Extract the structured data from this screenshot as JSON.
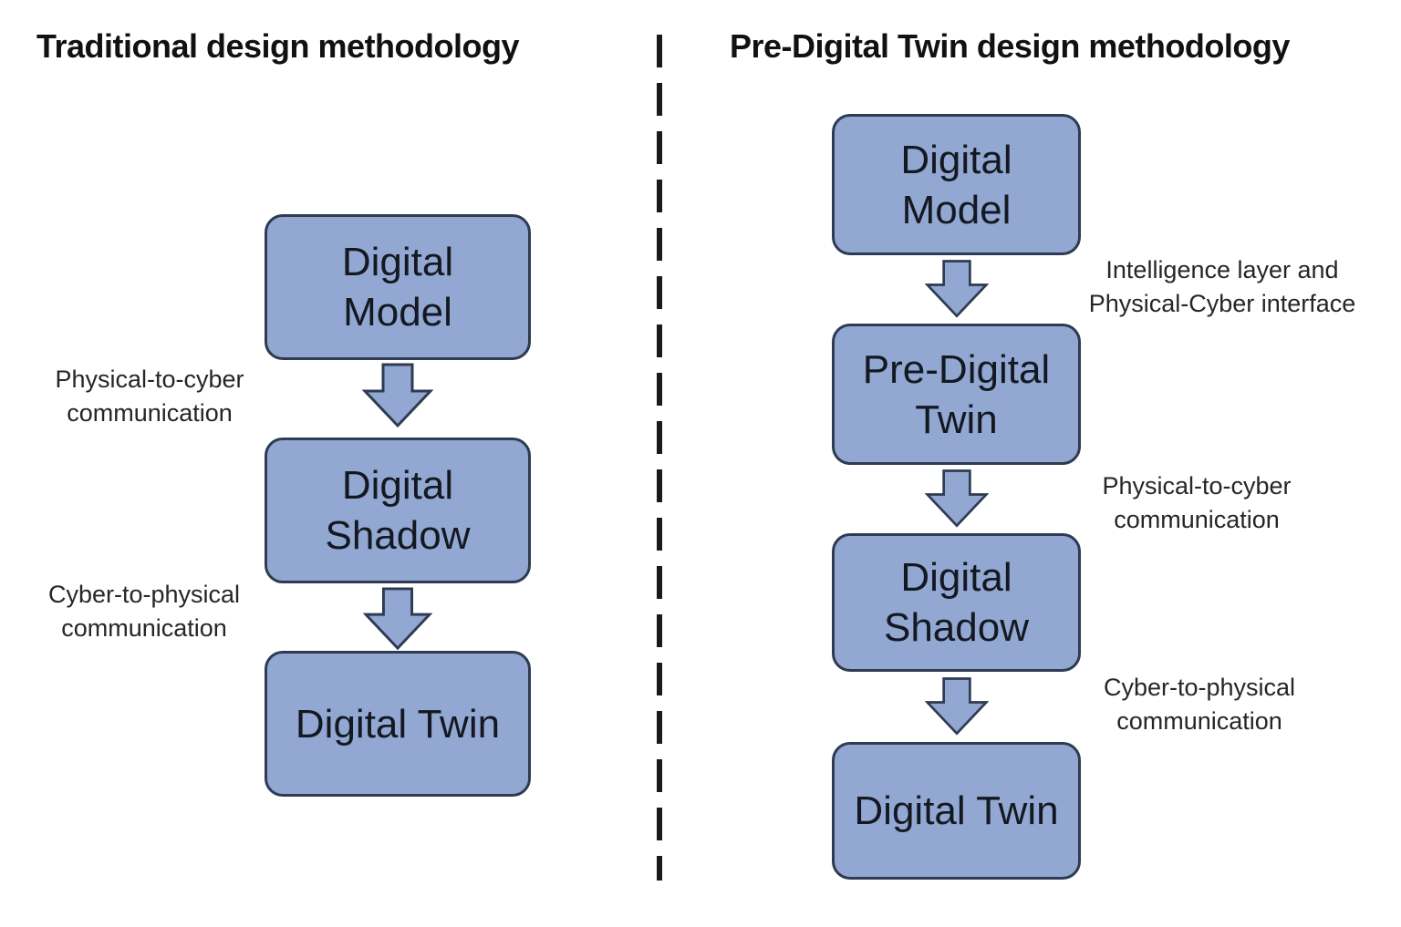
{
  "left_flow": {
    "title": "Traditional design methodology",
    "boxes": [
      {
        "label": "Digital\nModel"
      },
      {
        "label": "Digital\nShadow"
      },
      {
        "label": "Digital Twin"
      }
    ],
    "edge_labels": [
      {
        "text": "Physical-to-cyber\ncommunication"
      },
      {
        "text": "Cyber-to-physical\ncommunication"
      }
    ]
  },
  "right_flow": {
    "title": "Pre-Digital Twin design methodology",
    "boxes": [
      {
        "label": "Digital\nModel"
      },
      {
        "label": "Pre-Digital\nTwin"
      },
      {
        "label": "Digital\nShadow"
      },
      {
        "label": "Digital Twin"
      }
    ],
    "edge_labels": [
      {
        "text": "Intelligence layer and\nPhysical-Cyber interface"
      },
      {
        "text": "Physical-to-cyber\ncommunication"
      },
      {
        "text": "Cyber-to-physical\ncommunication"
      }
    ]
  },
  "colors": {
    "box_fill": "#92a8d2",
    "box_border": "#2e3b52",
    "arrow_fill": "#92a8d2",
    "arrow_border": "#2e3b52",
    "divider": "#1a1a1a",
    "title_text": "#111111",
    "box_text": "#141821",
    "label_text": "#262626",
    "background": "#ffffff"
  }
}
